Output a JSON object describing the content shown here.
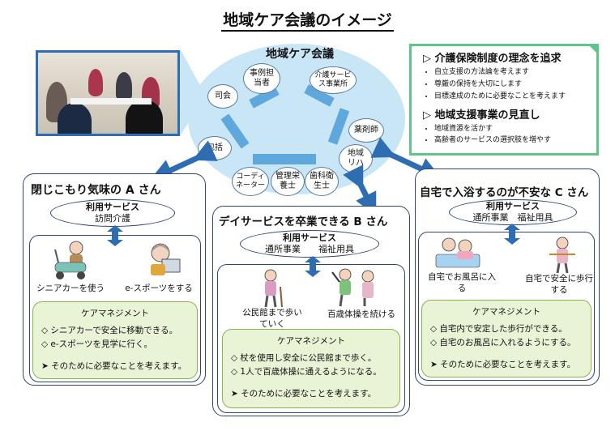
{
  "title": "地域ケア会議のイメージ",
  "hub": {
    "title": "地域ケア会議",
    "nodes": {
      "jirei": "事例担当者",
      "kaigo": "介護サービス事業所",
      "shikai": "司会",
      "yakuzaishi": "薬剤師",
      "houkatsu": "包括",
      "chiiki": "地域リハ",
      "coordinator": "コーディネーター",
      "kanri": "管理栄養士",
      "shika": "歯科衛生士"
    }
  },
  "goals": [
    {
      "heading": "介護保険制度の理念を追求",
      "items": [
        "自立支援の方法論を考えます",
        "尊厳の保持を大切にします",
        "目標達成のために必要なことを考えます"
      ]
    },
    {
      "heading": "地域支援事業の見直し",
      "items": [
        "地域資源を活かす",
        "高齢者のサービスの選択肢を増やす"
      ]
    }
  ],
  "cases": {
    "a": {
      "title": "閉じこもり気味の A さん",
      "service_label": "利用サービス",
      "services": "訪問介護",
      "act1": "シニアカーを使う",
      "act2": "e-スポーツをする",
      "mgmt_title": "ケアマネジメント",
      "mgmt": [
        "◇ シニアカーで安全に移動できる。",
        "◇ e-スポーツを見学に行く。",
        "➤ そのために必要なことを考えます。"
      ]
    },
    "b": {
      "title": "デイサービスを卒業できる B さん",
      "service_label": "利用サービス",
      "service1": "通所事業",
      "service2": "福祉用具",
      "act1": "公民館まで歩いていく",
      "act2": "百歳体操を続ける",
      "mgmt_title": "ケアマネジメント",
      "mgmt": [
        "◇ 杖を使用し安全に公民館まで歩く。",
        "◇ 1人で百歳体操に通えるようになる。",
        "➤ そのために必要なことを考えます。"
      ]
    },
    "c": {
      "title": "自宅で入浴するのが不安な C さん",
      "service_label": "利用サービス",
      "service1": "通所事業",
      "service2": "福祉用具",
      "act1": "自宅でお風呂に入る",
      "act2": "自宅で安全に歩行する",
      "mgmt_title": "ケアマネジメント",
      "mgmt": [
        "◇ 自宅内で安定した歩行ができる。",
        "◇ 自宅のお風呂に入れるようにする。",
        "➤ そのために必要なことを考えます。"
      ]
    }
  },
  "colors": {
    "hub": "#c9e6f7",
    "link": "#5ea8de",
    "goal_border": "#5ec68a",
    "mgmt_bg": "#e9f4d6",
    "arrow": "#2f6db3"
  }
}
